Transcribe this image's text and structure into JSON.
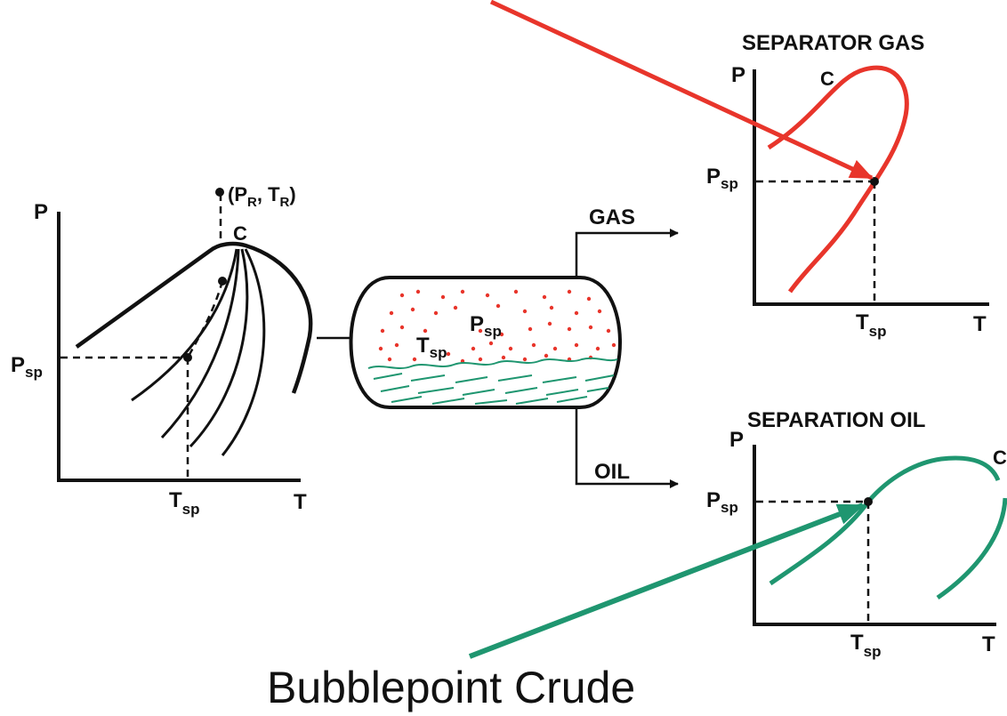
{
  "reservoir": {
    "axis_p": "P",
    "axis_t": "T",
    "critical": "C",
    "point_open": "(P",
    "point_r1": "R",
    "point_comma": ", T",
    "point_r2": "R",
    "point_close": ")",
    "psp_main": "P",
    "psp_sub": "sp",
    "tsp_main": "T",
    "tsp_sub": "sp"
  },
  "separator": {
    "psp_main": "P",
    "psp_sub": "sp",
    "tsp_main": "T",
    "tsp_sub": "sp",
    "gas_label": "GAS",
    "oil_label": "OIL"
  },
  "gas_chart": {
    "title": "SEPARATOR GAS",
    "axis_p": "P",
    "axis_t": "T",
    "critical": "C",
    "psp_main": "P",
    "psp_sub": "sp",
    "tsp_main": "T",
    "tsp_sub": "sp"
  },
  "oil_chart": {
    "title": "SEPARATION OIL",
    "axis_p": "P",
    "axis_t": "T",
    "critical": "C",
    "psp_main": "P",
    "psp_sub": "sp",
    "tsp_main": "T",
    "tsp_sub": "sp"
  },
  "caption": "Bubblepoint Crude",
  "colors": {
    "ink": "#111111",
    "gas": "#e8352b",
    "oil": "#1f9670"
  }
}
